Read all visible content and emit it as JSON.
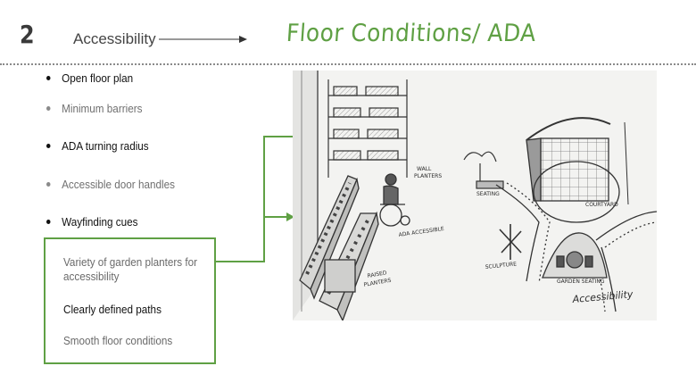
{
  "header": {
    "slide_number": "2",
    "section_label": "Accessibility",
    "title": "Floor Conditions/ ADA"
  },
  "bullets": [
    {
      "text": "Open floor plan",
      "tone": "dark"
    },
    {
      "text": "Minimum barriers",
      "tone": "light"
    },
    {
      "text": "ADA turning radius",
      "tone": "dark"
    },
    {
      "text": "Accessible door handles",
      "tone": "light"
    },
    {
      "text": "Wayfinding cues",
      "tone": "dark"
    }
  ],
  "callout_box": {
    "items": [
      {
        "text": "Variety of garden planters for accessibility",
        "tone": "light"
      },
      {
        "text": "Clearly defined paths",
        "tone": "dark"
      },
      {
        "text": "Smooth floor conditions",
        "tone": "light"
      }
    ]
  },
  "sketch": {
    "labels": {
      "wall_planters_1": "WALL",
      "wall_planters_2": "PLANTERS",
      "ada_accessible": "ADA ACCESSIBLE",
      "raised_planters_1": "RAISED",
      "raised_planters_2": "PLANTERS",
      "seating": "SEATING",
      "courtyard": "COURTYARD",
      "sculpture": "SCULPTURE",
      "garden_seating": "GARDEN SEATING",
      "signature": "Accessibility"
    }
  },
  "colors": {
    "accent_green": "#5fa044",
    "text_dark": "#111111",
    "text_light": "#707070"
  }
}
